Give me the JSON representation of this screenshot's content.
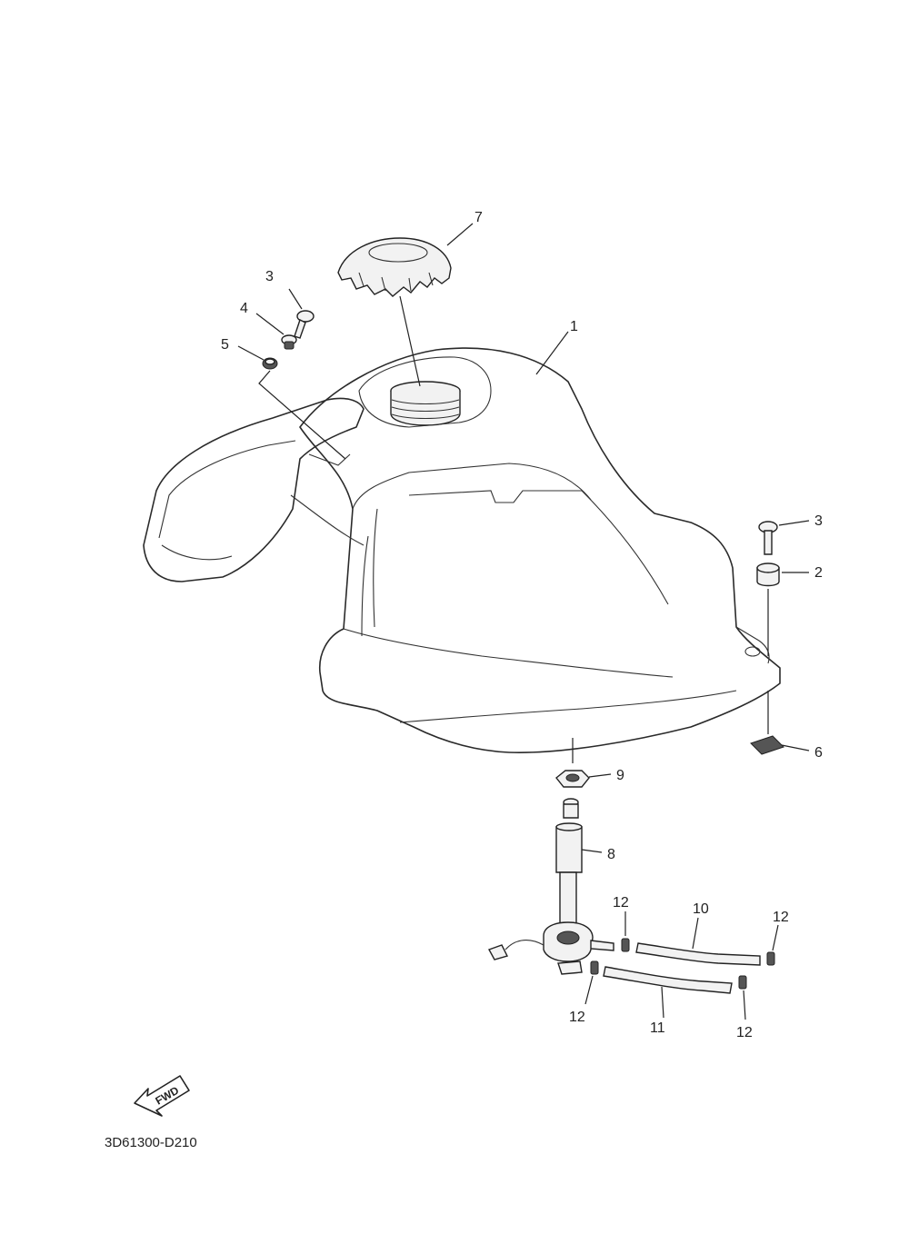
{
  "diagram": {
    "drawing_code": "3D61300-D210",
    "direction_badge": {
      "label": "FWD",
      "icon": "forward-arrow-icon"
    },
    "callouts": [
      {
        "id": "c1",
        "ref": "1"
      },
      {
        "id": "c2",
        "ref": "2"
      },
      {
        "id": "c3a",
        "ref": "3"
      },
      {
        "id": "c3b",
        "ref": "3"
      },
      {
        "id": "c4",
        "ref": "4"
      },
      {
        "id": "c5",
        "ref": "5"
      },
      {
        "id": "c6",
        "ref": "6"
      },
      {
        "id": "c7",
        "ref": "7"
      },
      {
        "id": "c8",
        "ref": "8"
      },
      {
        "id": "c9",
        "ref": "9"
      },
      {
        "id": "c10",
        "ref": "10"
      },
      {
        "id": "c11",
        "ref": "11"
      },
      {
        "id": "c12a",
        "ref": "12"
      },
      {
        "id": "c12b",
        "ref": "12"
      },
      {
        "id": "c12c",
        "ref": "12"
      },
      {
        "id": "c12d",
        "ref": "12"
      }
    ]
  }
}
